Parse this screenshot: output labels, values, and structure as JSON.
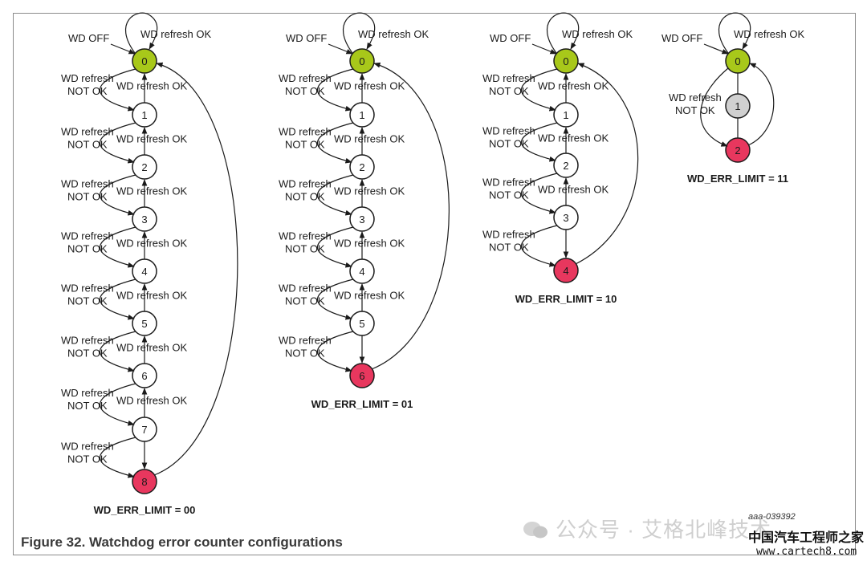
{
  "diagrams": [
    {
      "limit_label": "WD_ERR_LIMIT = 00",
      "states": [
        "0",
        "1",
        "2",
        "3",
        "4",
        "5",
        "6",
        "7",
        "8"
      ],
      "wd_off_label": "WD OFF",
      "self_loop_label": "WD refresh OK",
      "refresh_ok_label": "WD refresh OK",
      "not_ok_line1": "WD refresh",
      "not_ok_line2": "NOT OK"
    },
    {
      "limit_label": "WD_ERR_LIMIT = 01",
      "states": [
        "0",
        "1",
        "2",
        "3",
        "4",
        "5",
        "6"
      ],
      "wd_off_label": "WD OFF",
      "self_loop_label": "WD refresh OK",
      "refresh_ok_label": "WD refresh OK",
      "not_ok_line1": "WD refresh",
      "not_ok_line2": "NOT OK"
    },
    {
      "limit_label": "WD_ERR_LIMIT = 10",
      "states": [
        "0",
        "1",
        "2",
        "3",
        "4"
      ],
      "wd_off_label": "WD OFF",
      "self_loop_label": "WD refresh OK",
      "refresh_ok_label": "WD refresh OK",
      "not_ok_line1": "WD refresh",
      "not_ok_line2": "NOT OK"
    },
    {
      "limit_label": "WD_ERR_LIMIT = 11",
      "states": [
        "0",
        "1",
        "2"
      ],
      "wd_off_label": "WD OFF",
      "self_loop_label": "WD refresh OK",
      "not_ok_line1": "WD refresh",
      "not_ok_line2": "NOT OK"
    }
  ],
  "colors": {
    "initial_state": "#a8c81a",
    "final_state": "#e8375e",
    "intermediate_state": "#ffffff",
    "skipped_state": "#d0d0d0",
    "stroke": "#1a1a1a"
  },
  "caption": "Figure 32.  Watchdog error counter configurations",
  "figure_id": "aaa-039392",
  "watermark": "公众号 · 艾格北峰技术",
  "site_logo": "中国汽车工程师之家",
  "site_url": "www.cartech8.com"
}
